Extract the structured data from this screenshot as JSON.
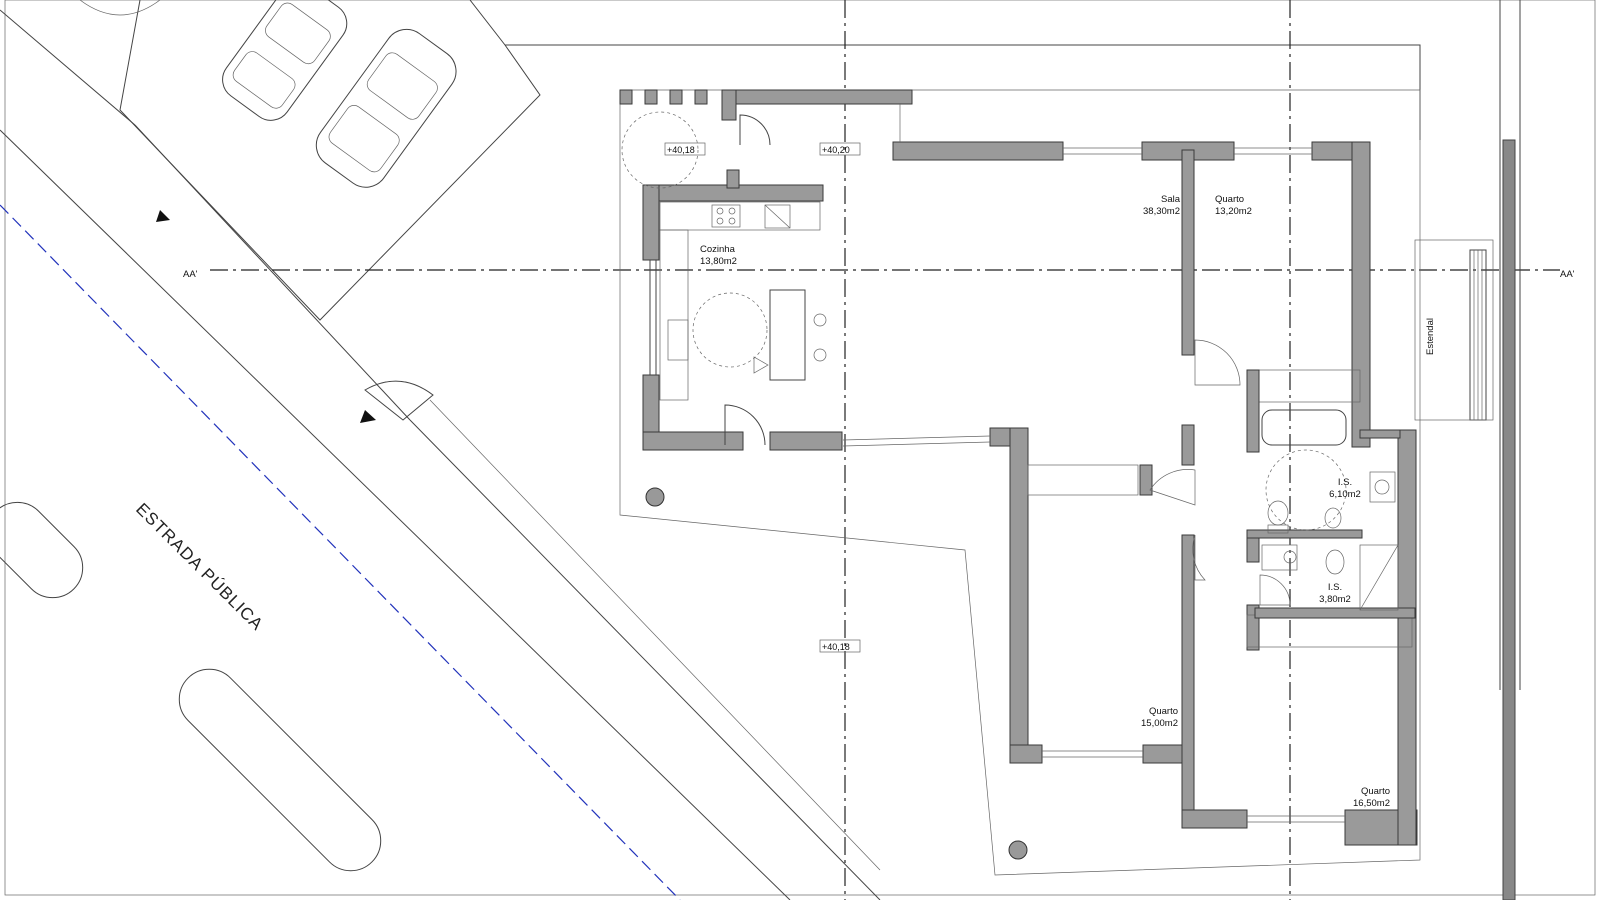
{
  "rooms": [
    {
      "id": "cozinha",
      "name": "Cozinha",
      "area": "13,80m2"
    },
    {
      "id": "sala",
      "name": "Sala",
      "area": "38,30m2"
    },
    {
      "id": "quarto1",
      "name": "Quarto",
      "area": "13,20m2"
    },
    {
      "id": "is1",
      "name": "I.S.",
      "area": "6,10m2"
    },
    {
      "id": "is2",
      "name": "I.S.",
      "area": "3,80m2"
    },
    {
      "id": "quarto2",
      "name": "Quarto",
      "area": "15,00m2"
    },
    {
      "id": "quarto3",
      "name": "Quarto",
      "area": "16,50m2"
    }
  ],
  "elevations": [
    "+40,18",
    "+40,20",
    "+40,18"
  ],
  "section_marks": [
    "AA'",
    "AA'"
  ],
  "road_label": "ESTRADA PÚBLICA",
  "estendal_label": "Estendal",
  "colors": {
    "wall_fill": "#9a9a9a",
    "line": "#444444",
    "boundary": "#2233bb"
  }
}
